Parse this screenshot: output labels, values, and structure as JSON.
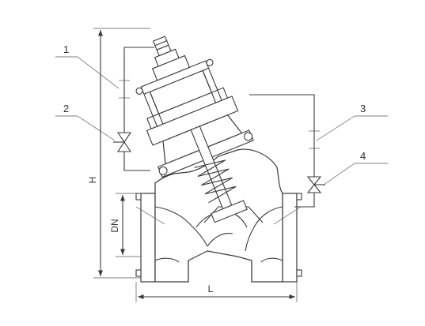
{
  "callouts": [
    {
      "number": "1"
    },
    {
      "number": "2"
    },
    {
      "number": "3"
    },
    {
      "number": "4"
    }
  ],
  "dimensions": {
    "height": "H",
    "nominal_diameter": "DN",
    "length": "L"
  },
  "line_color": "#3a3a3a",
  "background": "#ffffff"
}
